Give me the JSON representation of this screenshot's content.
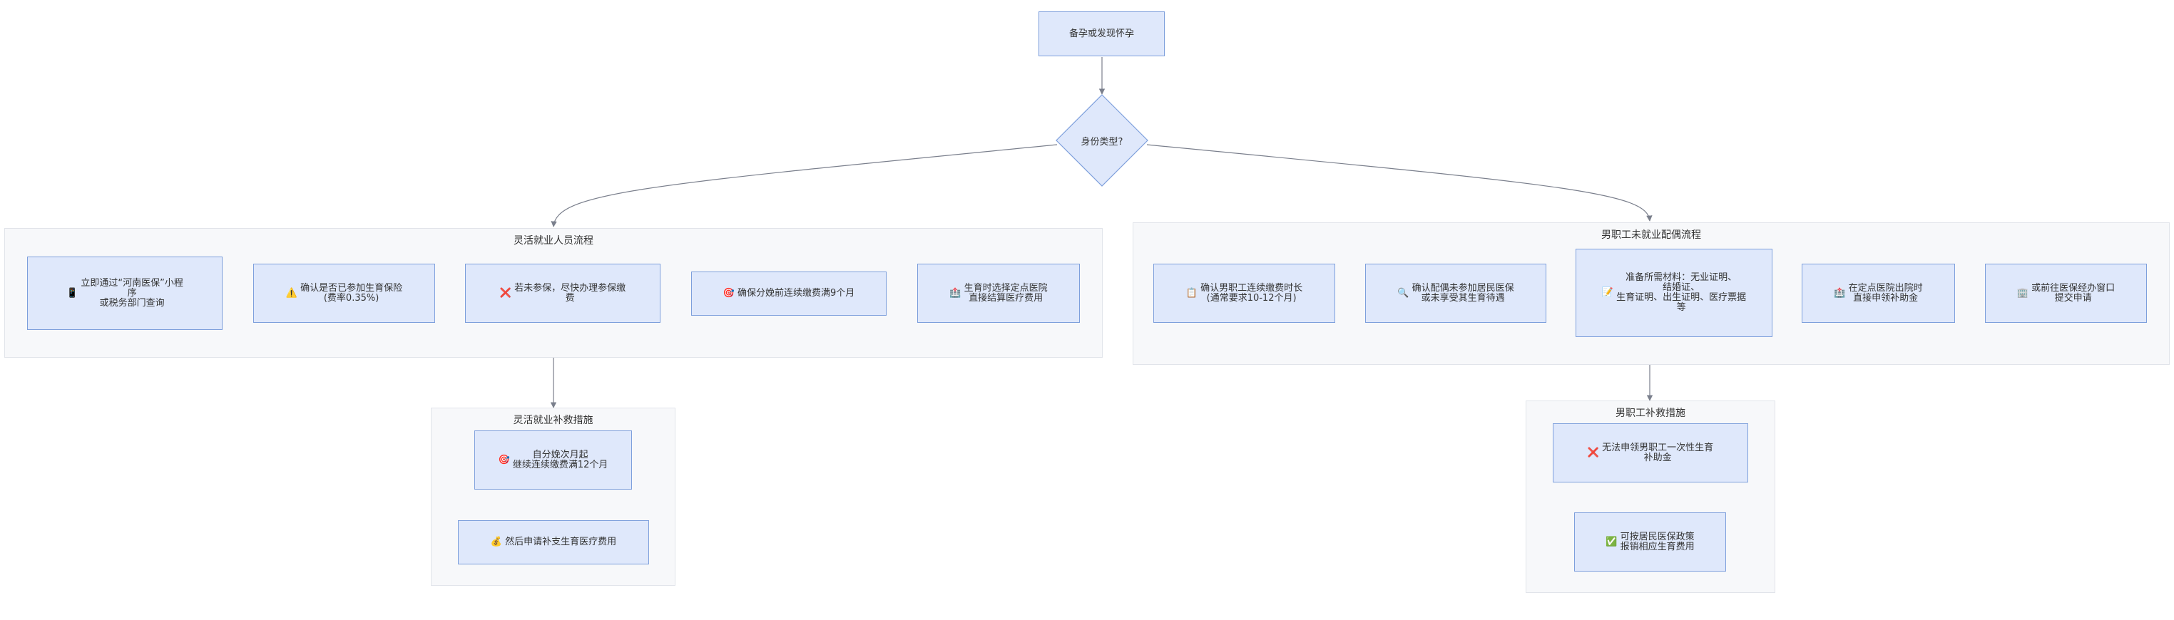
{
  "start": "备孕或发现怀孕",
  "decision": "身份类型?",
  "flex": {
    "title": "灵活就业人员流程",
    "steps": [
      {
        "icon": "📱",
        "text": "立即通过“河南医保”小程\n序\n或税务部门查询"
      },
      {
        "icon": "⚠️",
        "text": "确认是否已参加生育保险\n(费率0.35%)"
      },
      {
        "icon": "❌",
        "text": "若未参保，尽快办理参保缴\n费"
      },
      {
        "icon": "🎯",
        "text": "确保分娩前连续缴费满9个月"
      },
      {
        "icon": "🏥",
        "text": "生育时选择定点医院\n直接结算医疗费用"
      }
    ]
  },
  "spouse": {
    "title": "男职工未就业配偶流程",
    "steps": [
      {
        "icon": "📋",
        "text": "确认男职工连续缴费时长\n(通常要求10-12个月)"
      },
      {
        "icon": "🔍",
        "text": "确认配偶未参加居民医保\n或未享受其生育待遇"
      },
      {
        "icon": "📝",
        "text": "准备所需材料：无业证明、\n结婚证、\n生育证明、出生证明、医疗票据\n等"
      },
      {
        "icon": "🏥",
        "text": "在定点医院出院时\n直接申领补助金"
      },
      {
        "icon": "🏢",
        "text": "或前往医保经办窗口\n提交申请"
      }
    ]
  },
  "flex_remedy": {
    "title": "灵活就业补救措施",
    "steps": [
      {
        "icon": "🎯",
        "text": "自分娩次月起\n继续连续缴费满12个月"
      },
      {
        "icon": "💰",
        "text": "然后申请补支生育医疗费用"
      }
    ]
  },
  "spouse_remedy": {
    "title": "男职工补救措施",
    "steps": [
      {
        "icon": "❌",
        "text": "无法申领男职工一次性生育\n补助金"
      },
      {
        "icon": "✅",
        "text": "可按居民医保政策\n报销相应生育费用"
      }
    ]
  },
  "colors": {
    "node_fill": "#dfe8fb",
    "node_stroke": "#7d9fdc",
    "cluster_fill": "#f7f8fa",
    "edge": "#7a7f8c"
  }
}
